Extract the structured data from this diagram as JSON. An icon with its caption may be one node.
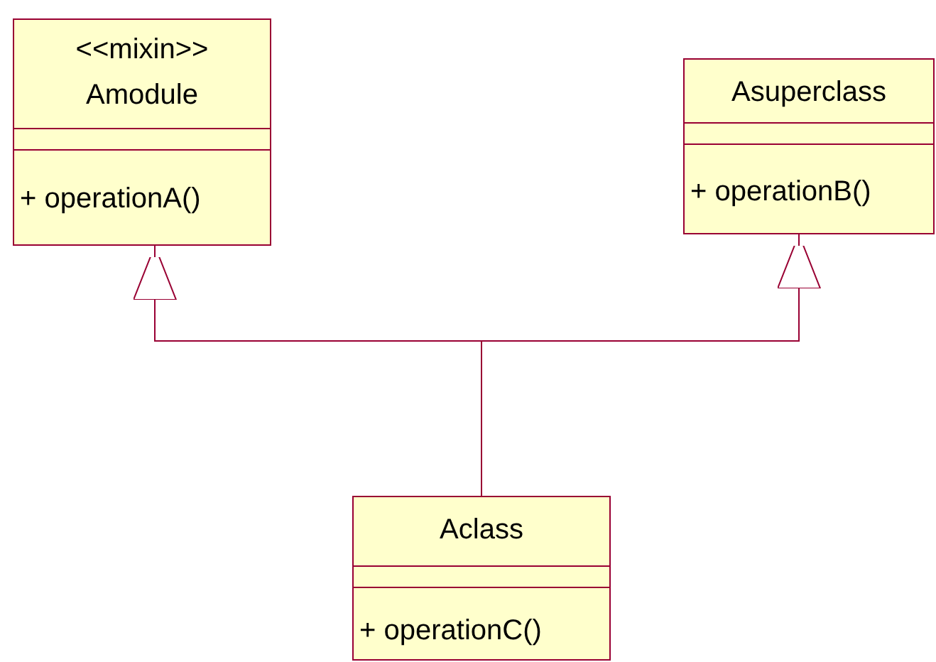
{
  "diagram": {
    "nodes": [
      {
        "text": [
          "<<mixin>>",
          "Amodule",
          "+ operationA()"
        ]
      },
      {
        "text": [
          "Asuperclass",
          "+ operationB()"
        ]
      },
      {
        "text": [
          "Aclass",
          "+ operationC()"
        ]
      }
    ],
    "edges": [
      {
        "from": 2,
        "to": 0,
        "arrow": "to"
      },
      {
        "from": 2,
        "to": 1,
        "arrow": "to"
      }
    ]
  }
}
